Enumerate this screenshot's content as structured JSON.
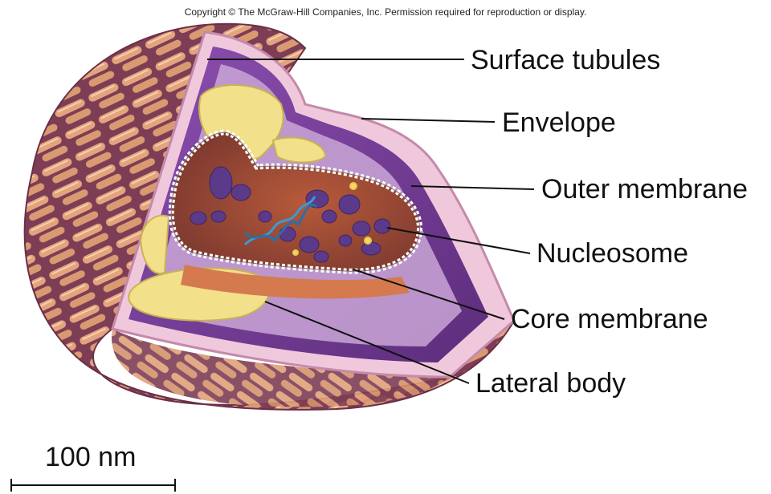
{
  "copyright": "Copyright © The McGraw-Hill Companies, Inc. Permission required for reproduction or display.",
  "labels": {
    "surface_tubules": "Surface tubules",
    "envelope": "Envelope",
    "outer_membrane": "Outer membrane",
    "nucleosome": "Nucleosome",
    "core_membrane": "Core membrane",
    "lateral_body": "Lateral body"
  },
  "scale_bar": {
    "text": "100 nm"
  },
  "colors": {
    "tubule": "#e3a47d",
    "tubule_shadow": "#8a4a5a",
    "envelope": "#f0c8dc",
    "outer_membrane": "#7a3e98",
    "core": "#c4603a",
    "lateral_body": "#f2e08a",
    "nucleosome": "#5b3a8a",
    "dna": "#3b9ad1"
  }
}
